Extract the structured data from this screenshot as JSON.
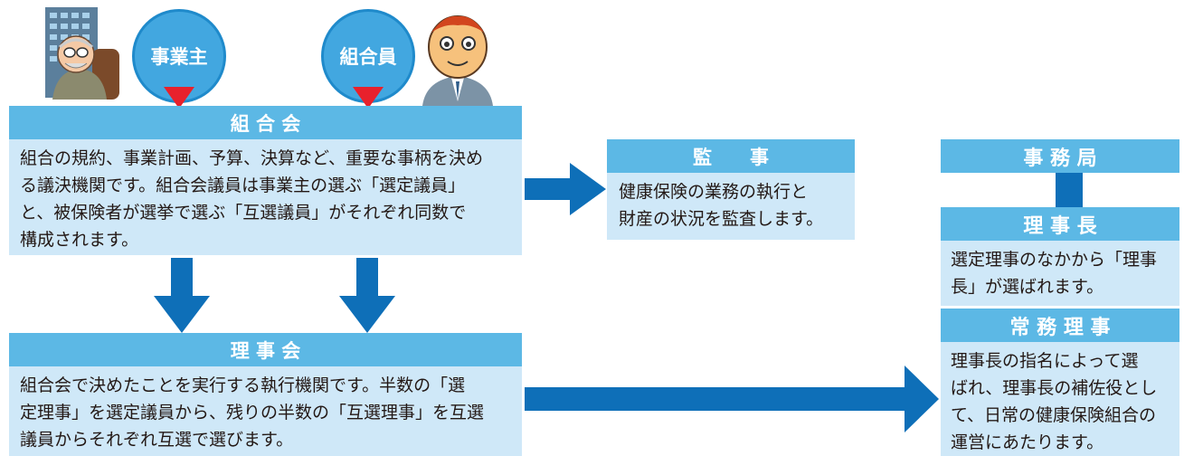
{
  "roles": {
    "employer": "事業主",
    "member": "組合員"
  },
  "assembly": {
    "title": "組 合 会",
    "lines": [
      "組合の規約、事業計画、予算、決算など、重要な事柄を決め",
      "る議決機関です。組合会議員は事業主の選ぶ「選定議員」",
      "と、被保険者が選挙で選ぶ「互選議員」がそれぞれ同数で",
      "構成されます。"
    ]
  },
  "auditor": {
    "title": "監　　事",
    "lines": [
      "健康保険の業務の執行と",
      "財産の状況を監査します。"
    ]
  },
  "board": {
    "title": "理 事 会",
    "lines": [
      "組合会で決めたことを実行する執行機関です。半数の「選",
      "定理事」を選定議員から、残りの半数の「互選理事」を互選",
      "議員からそれぞれ互選で選びます。"
    ]
  },
  "secretariat": {
    "title": "事 務 局"
  },
  "chairman": {
    "title": "理 事 長",
    "lines": [
      "選定理事のなかから「理事",
      "長」が選ばれます。"
    ]
  },
  "executive": {
    "title": "常 務 理 事",
    "lines": [
      "理事長の指名によって選",
      "ばれ、理事長の補佐役とし",
      "て、日常の健康保険組合の",
      "運営にあたります。"
    ]
  },
  "colors": {
    "header": "#5cb8e5",
    "body": "#cfe8f8",
    "arrow": "#0e6fb8",
    "bubble": "#42a7e0",
    "pointer": "#e8212c"
  }
}
